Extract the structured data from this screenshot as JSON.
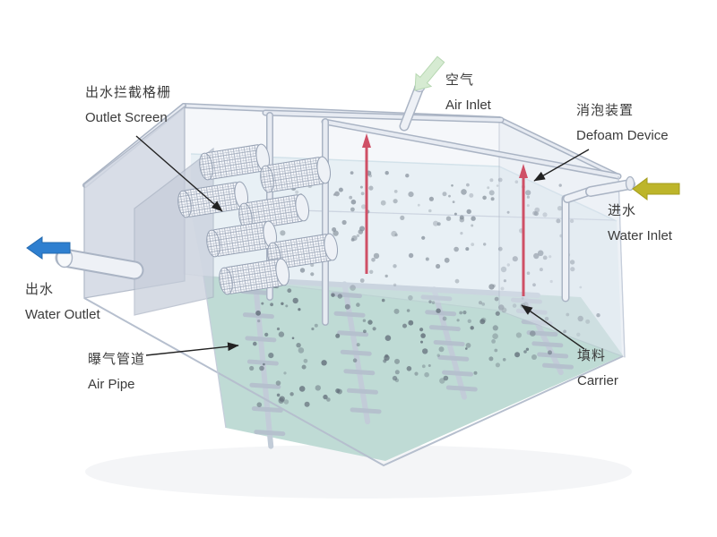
{
  "page": {
    "background": "#ffffff"
  },
  "labels": {
    "outlet_screen": {
      "zh": "出水拦截格栅",
      "en": "Outlet Screen"
    },
    "air_inlet": {
      "zh": "空气",
      "en": "Air Inlet"
    },
    "defoam_device": {
      "zh": "消泡装置",
      "en": "Defoam Device"
    },
    "water_inlet": {
      "zh": "进水",
      "en": "Water Inlet"
    },
    "water_outlet": {
      "zh": "出水",
      "en": "Water Outlet"
    },
    "air_pipe": {
      "zh": "曝气管道",
      "en": "Air Pipe"
    },
    "carrier": {
      "zh": "填料",
      "en": "Carrier"
    }
  },
  "diagram": {
    "type": "isometric process diagram",
    "subject": "aeration tank with floating biofilm carriers",
    "colors": {
      "water": "#edf5f8",
      "floor": "#b9d8d0",
      "wall": "#d9dfe9",
      "carrier_dot": "#5f6a76",
      "defoam_rod": "#cf5066",
      "air_arrow": "#d6ebd2",
      "inlet_arrow": "#bdb52a",
      "outlet_arrow": "#2e7fd0",
      "annotation": "#222222"
    },
    "carriers": {
      "count": 260
    },
    "aeration_pipes": {
      "count": 4,
      "stubs_per_pipe": 7
    },
    "outlet_screens": {
      "count": 7
    },
    "pointers": [
      "outlet_screen",
      "defoam_device",
      "air_pipe",
      "carrier"
    ]
  }
}
